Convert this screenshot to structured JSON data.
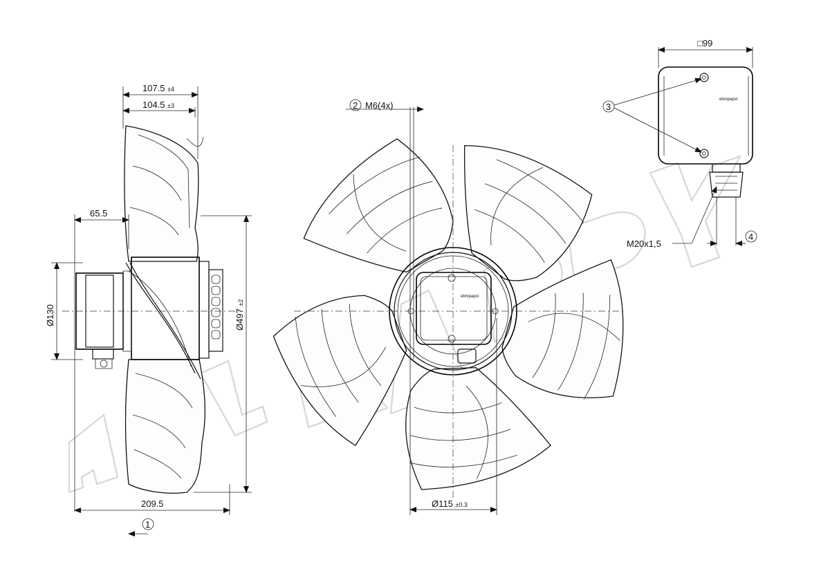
{
  "side_view": {
    "width_total": "107.5",
    "width_total_tol": "±4",
    "width_inner": "104.5",
    "width_inner_tol": "±3",
    "motor_offset": "65.5",
    "motor_diameter": "Ø130",
    "fan_diameter": "Ø497",
    "fan_diameter_tol": "±2",
    "overall_depth": "209.5",
    "view_marker": "1"
  },
  "front_view": {
    "marker": "2",
    "thread_label": "M6(4x)",
    "bolt_circle": "Ø115",
    "bolt_circle_tol": "±0.3",
    "box_brand": "ebmpapst"
  },
  "terminal_box": {
    "size": "□99",
    "marker_screws": "3",
    "marker_gland": "4",
    "gland_thread": "M20x1,5",
    "brand": "ebmpapst"
  },
  "watermark": "ALLKAPPY",
  "colors": {
    "line": "#111111",
    "watermark": "#d6d6d6",
    "background": "#ffffff"
  }
}
